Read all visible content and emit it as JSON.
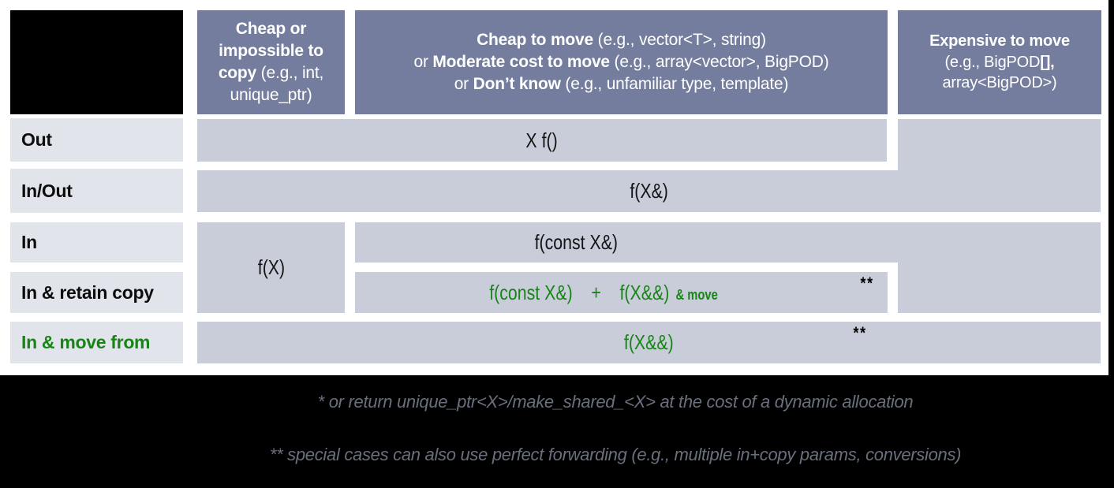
{
  "title": "Parameter passing guidelines table (C++ copy/move cost vs. parameter direction)",
  "colors": {
    "header_blue": "#747D9E",
    "cell_gray": "#C9CCD9",
    "row_label_gray": "#E1E4EA",
    "green_text": "#168516",
    "note_gray": "#6A6F7D",
    "black": "#000000",
    "white": "#FFFFFF"
  },
  "table": {
    "col_headers": {
      "cheap_copy_lines": [
        [
          {
            "t": "Cheap or",
            "b": 1
          }
        ],
        [
          {
            "t": "impossible to",
            "b": 1
          }
        ],
        [
          {
            "t": "copy",
            "b": 1
          },
          {
            "t": " (e.g., int,",
            "b": 0
          }
        ],
        [
          {
            "t": "unique_ptr)",
            "b": 0
          }
        ]
      ],
      "cheap_move_lines": [
        [
          {
            "t": "Cheap to move",
            "b": 1
          },
          {
            "t": " (e.g., vector<T>, string)",
            "b": 0
          }
        ],
        [
          {
            "t": "or ",
            "b": 0
          },
          {
            "t": "Moderate cost to move",
            "b": 1
          },
          {
            "t": " (e.g., array<vector>, BigPOD)",
            "b": 0
          }
        ],
        [
          {
            "t": "or ",
            "b": 0
          },
          {
            "t": "Don’t know",
            "b": 1
          },
          {
            "t": " (e.g., unfamiliar type, template)",
            "b": 0
          }
        ]
      ],
      "expensive_move_lines": [
        [
          {
            "t": "Expensive to move",
            "b": 1
          }
        ],
        [
          {
            "t": "(e.g., BigPOD",
            "b": 0
          },
          {
            "t": "[],",
            "b": 1
          }
        ],
        [
          {
            "t": "array<BigPOD>)",
            "b": 0
          }
        ]
      ]
    },
    "row_headers": {
      "out": "Out",
      "inout": "In/Out",
      "in": "In",
      "in_retain": "In & retain copy",
      "in_move": "In & move from"
    },
    "cells": {
      "out": "X f()",
      "inout": "f(X&)",
      "in_value": "f(X)",
      "in_const_ref": "f(const X&)",
      "in_retain_main": "f(const X&)    +    f(X&&)",
      "in_retain_suffix": "& move",
      "in_retain_marker": "**",
      "in_move": "f(X&&)",
      "in_move_marker": "**"
    }
  },
  "footnotes": {
    "note1": "* or return unique_ptr<X>/make_shared_<X> at the cost of a dynamic allocation",
    "note2": "** special cases can also use perfect forwarding (e.g., multiple in+copy params, conversions)"
  }
}
